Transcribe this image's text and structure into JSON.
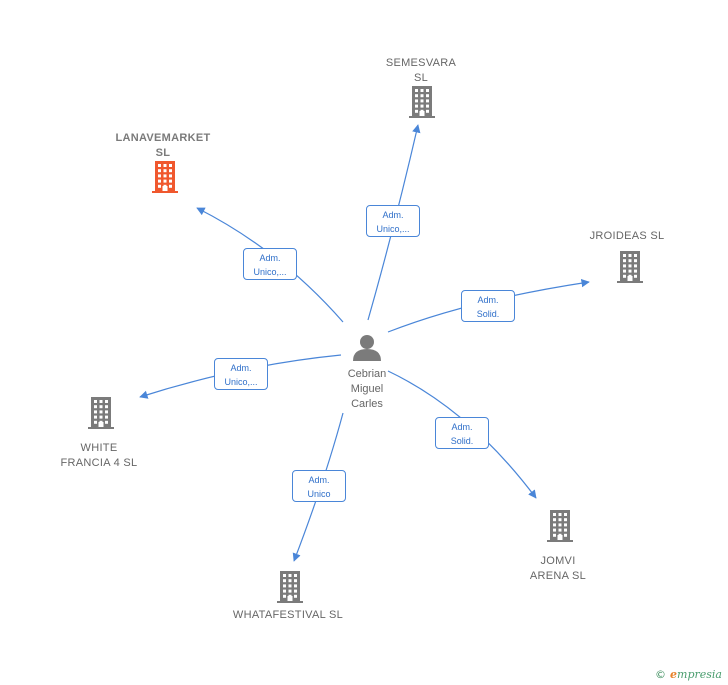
{
  "center": {
    "name": "Cebrian\nMiguel\nCarles",
    "icon": "person-icon"
  },
  "nodes": [
    {
      "id": "semesvara",
      "label": "SEMESVARA\nSL",
      "icon": "building-icon",
      "highlight": false
    },
    {
      "id": "lanavemarket",
      "label": "LANAVEMARKET\nSL",
      "icon": "building-icon",
      "highlight": true
    },
    {
      "id": "jroideas",
      "label": "JROIDEAS  SL",
      "icon": "building-icon",
      "highlight": false
    },
    {
      "id": "white-francia",
      "label": "WHITE\nFRANCIA 4  SL",
      "icon": "building-icon",
      "highlight": false
    },
    {
      "id": "jomvi-arena",
      "label": "JOMVI\nARENA  SL",
      "icon": "building-icon",
      "highlight": false
    },
    {
      "id": "whatafestival",
      "label": "WHATAFESTIVAL SL",
      "icon": "building-icon",
      "highlight": false
    }
  ],
  "edges": [
    {
      "target": "semesvara",
      "label": "Adm.\nUnico,..."
    },
    {
      "target": "lanavemarket",
      "label": "Adm.\nUnico,..."
    },
    {
      "target": "jroideas",
      "label": "Adm.\nSolid."
    },
    {
      "target": "white-francia",
      "label": "Adm.\nUnico,..."
    },
    {
      "target": "jomvi-arena",
      "label": "Adm.\nSolid."
    },
    {
      "target": "whatafestival",
      "label": "Adm.\nUnico"
    }
  ],
  "colors": {
    "edge": "#4a86d8",
    "building": "#7b7b7b",
    "building_highlight": "#f0582e",
    "person": "#7b7b7b"
  },
  "footer": {
    "copyright": "©",
    "brand_initial": "e",
    "brand_rest": "mpresia"
  }
}
